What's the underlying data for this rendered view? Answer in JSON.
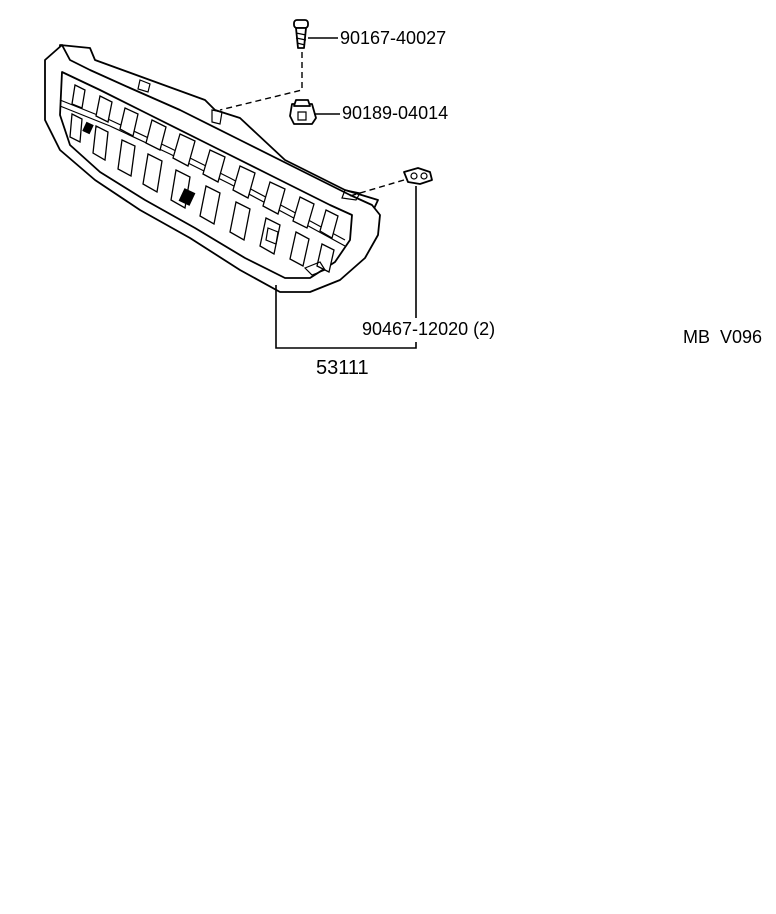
{
  "parts": [
    {
      "id": "screw",
      "number": "90167-40027",
      "icon": "screw-icon"
    },
    {
      "id": "nut",
      "number": "90189-04014",
      "icon": "clip-nut-icon"
    },
    {
      "id": "clip",
      "number": "90467-12020 (2)",
      "icon": "clip-icon"
    },
    {
      "id": "grille",
      "number": "53111",
      "icon": "radiator-grille-icon"
    }
  ],
  "code": "MB  V096"
}
